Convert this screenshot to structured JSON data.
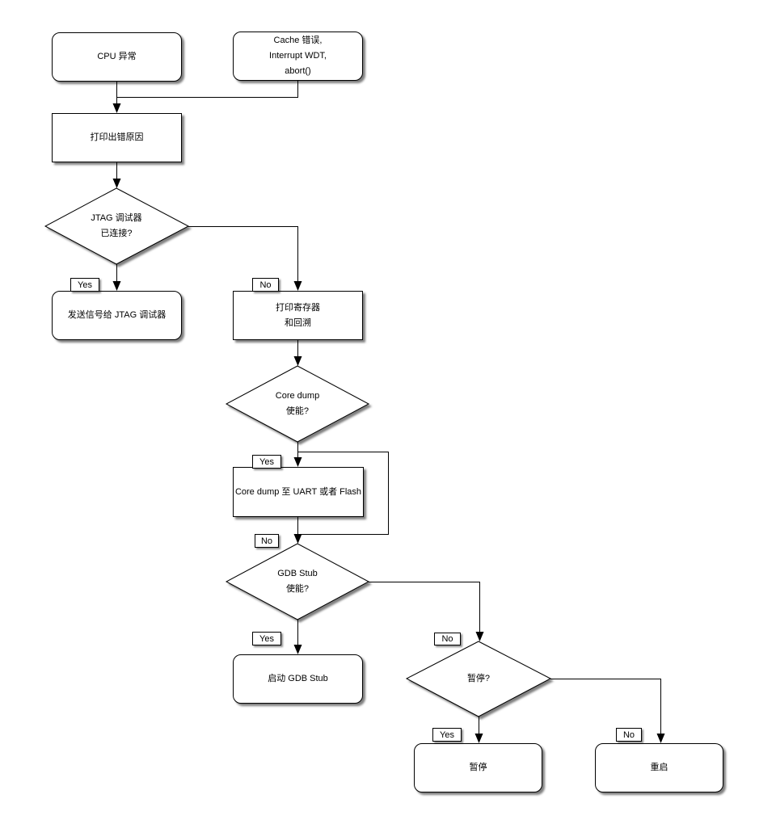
{
  "diagram": {
    "type": "flowchart",
    "colors": {
      "background": "#ffffff",
      "node_fill": "#ffffff",
      "stroke": "#000000",
      "text": "#000000",
      "shadow": "#777777"
    },
    "nodes": {
      "cpu_exception": {
        "label": "CPU 异常",
        "shape": "rounded"
      },
      "cache_error": {
        "label": "Cache 错误,\nInterrupt WDT,\nabort()",
        "shape": "rounded"
      },
      "print_error_cause": {
        "label": "打印出错原因",
        "shape": "rect"
      },
      "jtag_connected": {
        "label": "JTAG 调试器\n已连接?",
        "shape": "decision"
      },
      "send_signal_jtag": {
        "label": "发送信号给 JTAG 调试器",
        "shape": "rounded"
      },
      "print_registers": {
        "label": "打印寄存器\n和回溯",
        "shape": "rect"
      },
      "core_dump_enabled": {
        "label": "Core dump\n使能?",
        "shape": "decision"
      },
      "core_dump_target": {
        "label": "Core dump 至 UART 或者 Flash",
        "shape": "rect"
      },
      "gdb_stub_enabled": {
        "label": "GDB Stub\n使能?",
        "shape": "decision"
      },
      "start_gdb_stub": {
        "label": "启动 GDB Stub",
        "shape": "rounded"
      },
      "halt_decision": {
        "label": "暂停?",
        "shape": "decision"
      },
      "halt": {
        "label": "暂停",
        "shape": "rounded"
      },
      "reboot": {
        "label": "重启",
        "shape": "rounded"
      }
    },
    "edge_labels": {
      "jtag_yes": "Yes",
      "jtag_no": "No",
      "core_dump_yes": "Yes",
      "core_dump_no": "No",
      "gdb_yes": "Yes",
      "gdb_no": "No",
      "halt_yes": "Yes",
      "halt_no": "No"
    }
  }
}
